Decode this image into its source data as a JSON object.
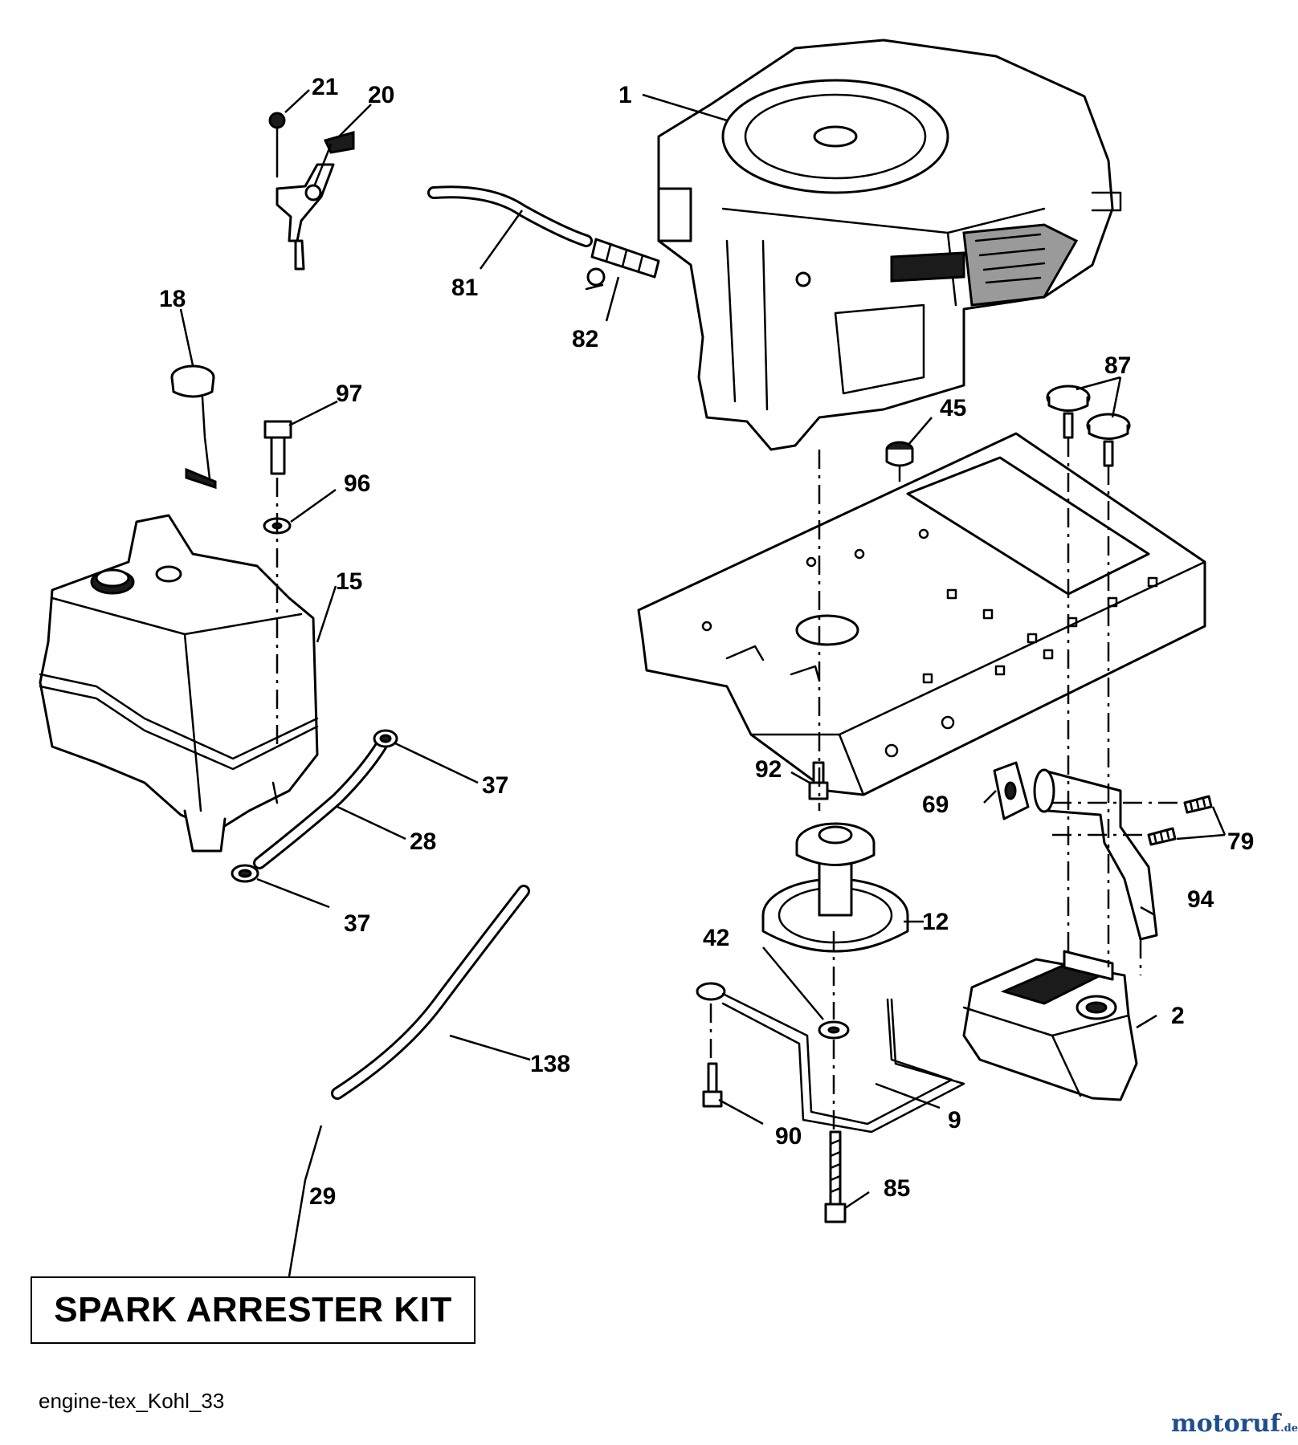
{
  "callouts": [
    "1",
    "2",
    "9",
    "12",
    "15",
    "18",
    "20",
    "21",
    "28",
    "29",
    "37",
    "37",
    "42",
    "45",
    "69",
    "79",
    "81",
    "82",
    "85",
    "87",
    "90",
    "92",
    "94",
    "96",
    "97",
    "138"
  ],
  "kit_label": "SPARK ARRESTER KIT",
  "reference": "engine-tex_Kohl_33",
  "watermark": {
    "brand": "motoruf",
    "suffix": ".de"
  }
}
